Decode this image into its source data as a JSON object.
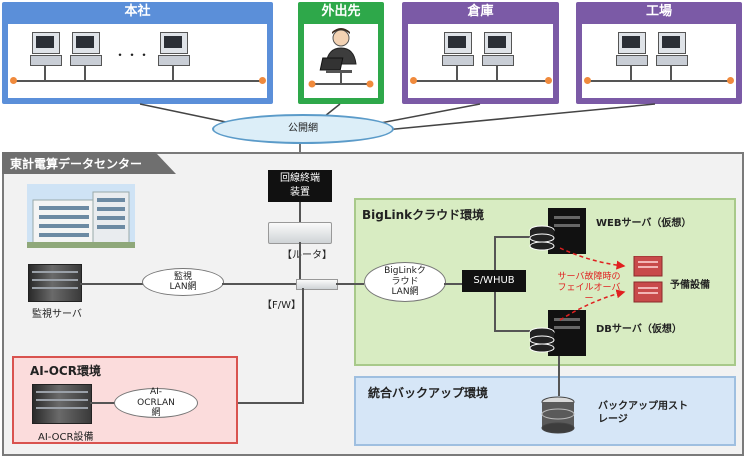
{
  "sites": {
    "honsha": {
      "title": "本社",
      "dots": "・・・"
    },
    "gaishutsu": {
      "title": "外出先"
    },
    "souko": {
      "title": "倉庫"
    },
    "koujou": {
      "title": "工場"
    }
  },
  "public_network": {
    "label": "公開網"
  },
  "datacenter": {
    "title": "東計電算データセンター",
    "line_terminal": "回線終端装置",
    "router_label": "【ルータ】",
    "firewall_label": "【F/W】",
    "monitor_lan": "監視LAN網",
    "monitor_server": "監視サーバ"
  },
  "biglink": {
    "title": "BigLinkクラウド環境",
    "lan": "BigLinkクラウドLAN網",
    "switch": "S/WHUB",
    "web_server": "WEBサーバ（仮想）",
    "db_server": "DBサーバ（仮想）",
    "failover_note": "サーバ故障時のフェイルオーバー",
    "spare": "予備設備"
  },
  "aiocr": {
    "title": "AI-OCR環境",
    "lan": "AI-OCRLAN網",
    "equipment": "AI-OCR設備"
  },
  "backup": {
    "title": "統合バックアップ環境",
    "storage": "バックアップ用ストレージ"
  },
  "colors": {
    "site_blue": "#5b8fd9",
    "site_green": "#2ea84a",
    "site_purple": "#7b5aa6",
    "dc_border": "#7a7a7a",
    "biglink_bg": "#d8ecc2",
    "aiocr_border": "#d9534f",
    "aiocr_bg": "#fbdcdc",
    "backup_bg": "#d6e6f7",
    "failover_red": "#e02020"
  }
}
